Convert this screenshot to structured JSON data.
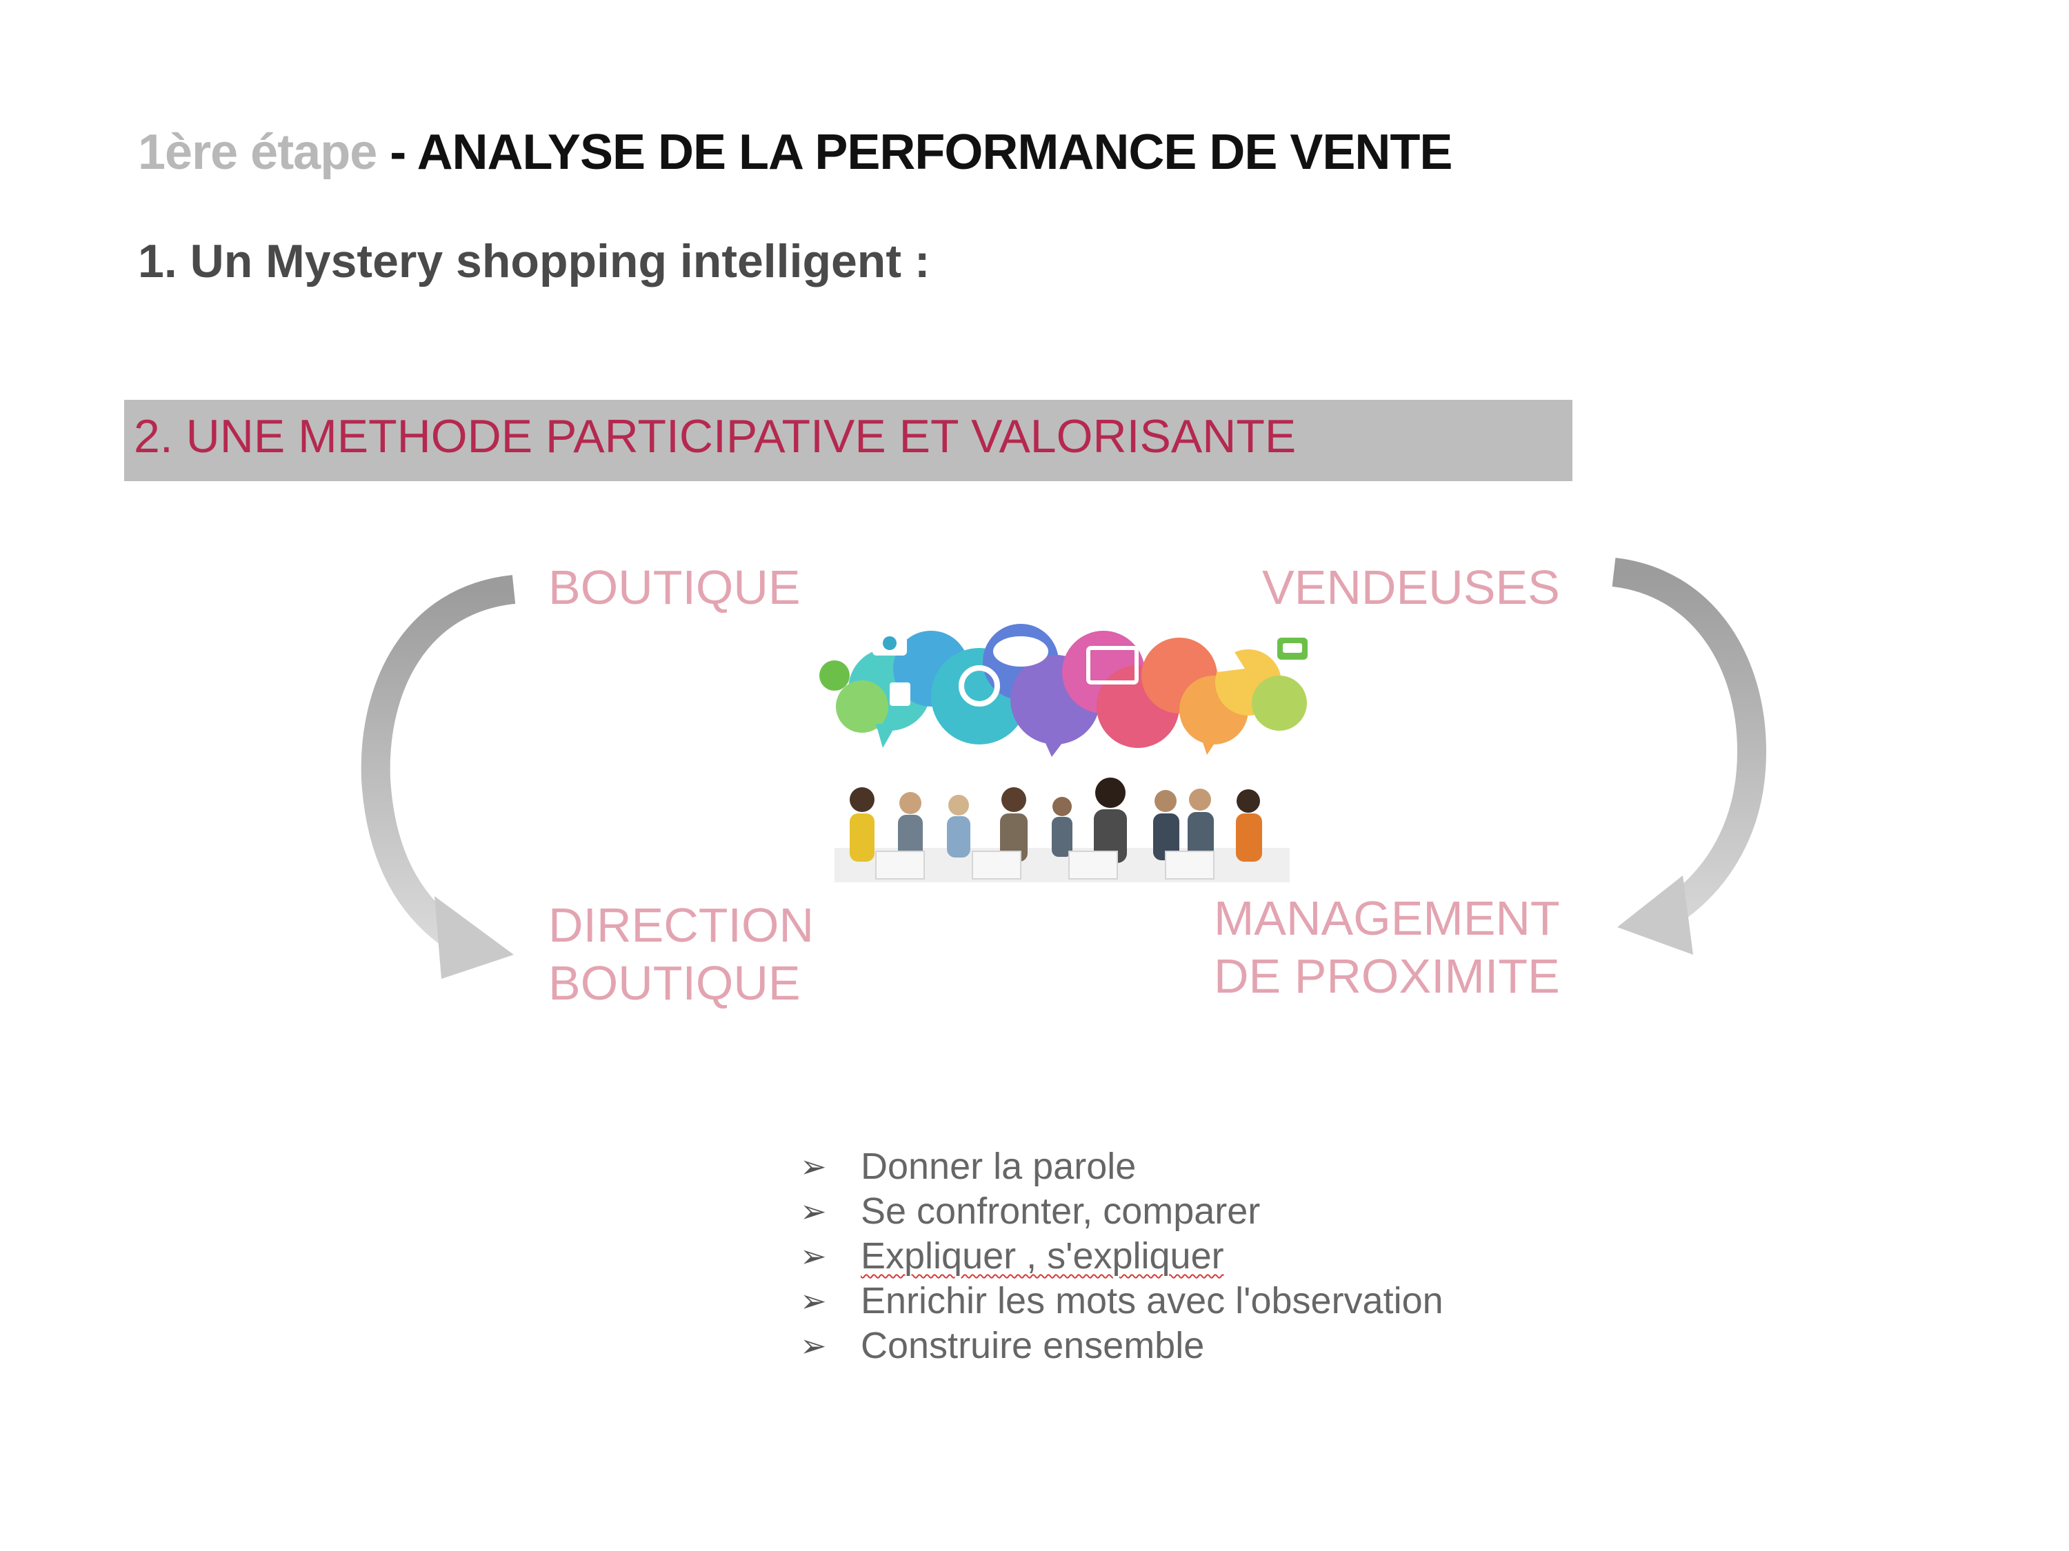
{
  "header": {
    "step_prefix": "1ère étape",
    "step_title": " - ANALYSE DE LA PERFORMANCE DE VENTE",
    "subtitle": "1. Un Mystery shopping intelligent :"
  },
  "section": {
    "heading": "2. UNE METHODE PARTICIPATIVE ET VALORISANTE",
    "band_color": "#bdbdbd",
    "heading_color": "#b5284f"
  },
  "cycle": {
    "label_color": "#e3a4b1",
    "arrow_color": "#b3b3b3",
    "top_left": "BOUTIQUE",
    "top_right": "VENDEUSES",
    "bottom_left_line1": "DIRECTION",
    "bottom_left_line2": "BOUTIQUE",
    "bottom_right_line1": "MANAGEMENT",
    "bottom_right_line2": "DE PROXIMITE",
    "illustration": "speech-bubbles-and-meeting-group"
  },
  "bullets": {
    "marker": "➢",
    "items": [
      "Donner la parole",
      "Se confronter, comparer",
      "Expliquer , s'expliquer",
      "Enrichir les mots avec l'observation",
      "Construire ensemble"
    ]
  }
}
